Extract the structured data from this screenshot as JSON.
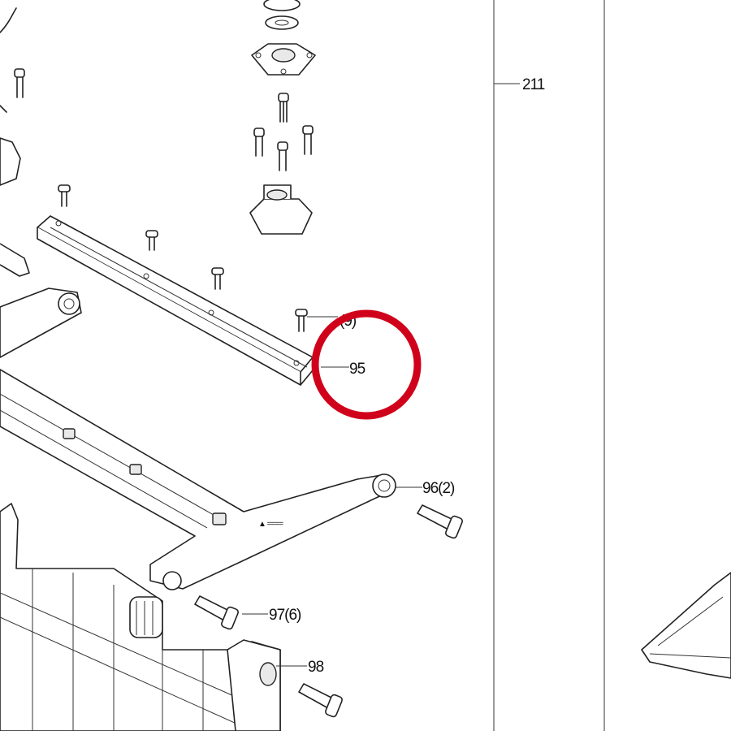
{
  "diagram": {
    "callouts": [
      {
        "id": "c211",
        "label": "211"
      },
      {
        "id": "c94",
        "label": "(9)"
      },
      {
        "id": "c95",
        "label": "95"
      },
      {
        "id": "c96",
        "label": "96(2)"
      },
      {
        "id": "c97",
        "label": "97(6)"
      },
      {
        "id": "c98",
        "label": "98"
      }
    ],
    "highlight": {
      "target": "95",
      "color": "#d0021b"
    },
    "line_color": "#222222"
  }
}
